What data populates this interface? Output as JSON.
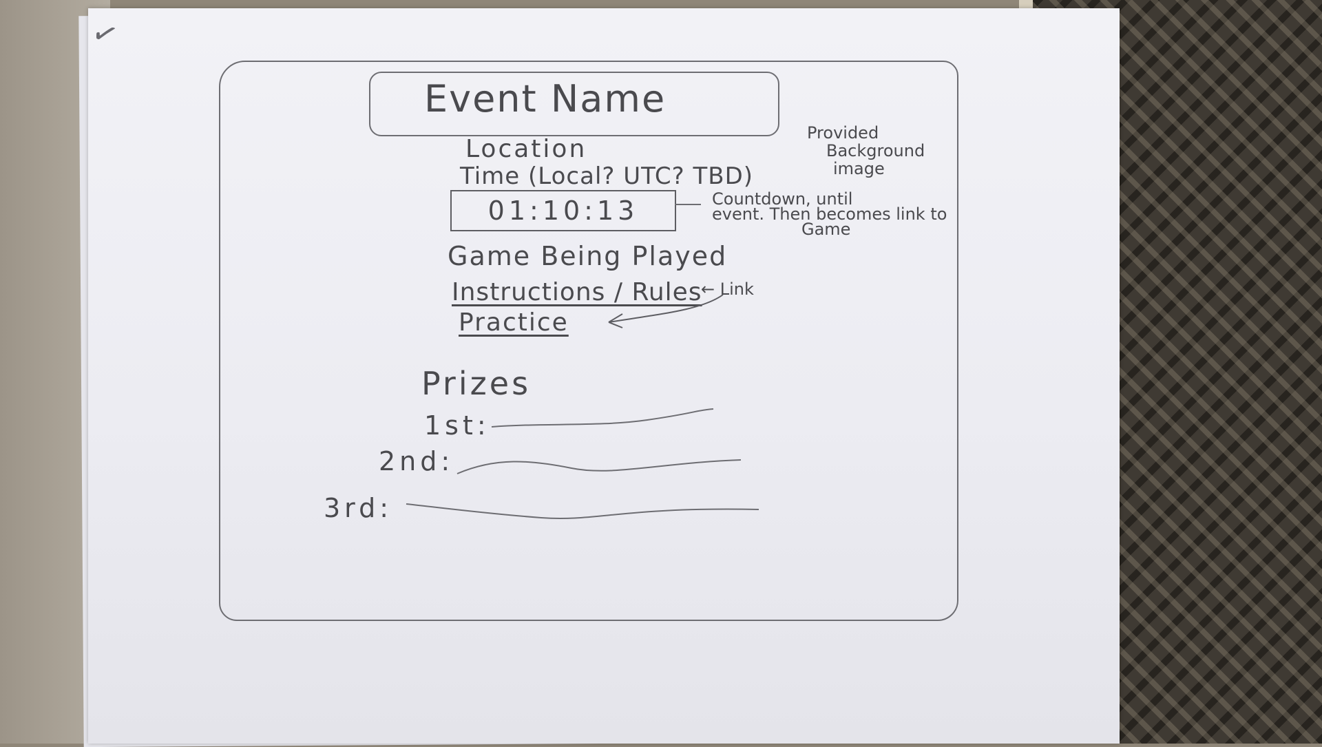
{
  "sketch": {
    "event_name": "Event Name",
    "location": "Location",
    "time": "Time (Local? UTC? TBD)",
    "countdown": "01:10:13",
    "countdown_note_line1": "Countdown, until",
    "countdown_note_line2": "event. Then becomes link to",
    "countdown_note_line3": "Game",
    "background_note_line1": "Provided",
    "background_note_line2": "Background",
    "background_note_line3": "image",
    "game_being_played": "Game Being Played",
    "instructions_rules": "Instructions / Rules",
    "practice": "Practice",
    "link_note": "← Link",
    "prizes_heading": "Prizes",
    "prizes": [
      {
        "place": "1st:"
      },
      {
        "place": "2nd:"
      },
      {
        "place": "3rd:"
      }
    ]
  },
  "colors": {
    "pencil": "#4a4a4e",
    "paper": "#f2f2f6",
    "carpet": "#3f3a33"
  }
}
